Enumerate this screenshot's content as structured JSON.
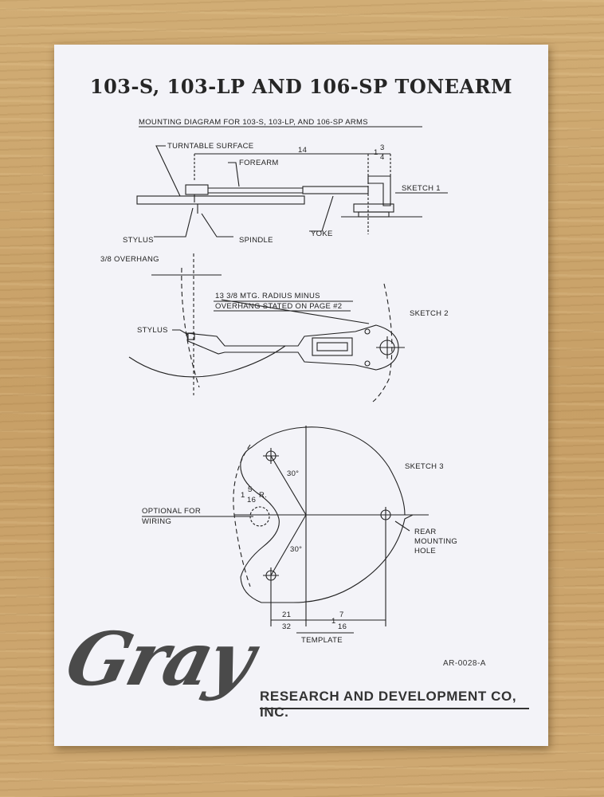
{
  "document": {
    "title": "103-S, 103-LP AND 106-SP TONEARM",
    "subtitle": "MOUNTING DIAGRAM FOR 103-S, 103-LP, AND 106-SP ARMS",
    "sketch1": {
      "label": "SKETCH 1",
      "turntable_surface": "TURNTABLE SURFACE",
      "forearm": "FOREARM",
      "stylus": "STYLUS",
      "spindle": "SPINDLE",
      "yoke": "YOKE",
      "dim_length": "14",
      "dim_small_whole": "1",
      "dim_small_num": "3",
      "dim_small_den": "4"
    },
    "sketch2": {
      "label": "SKETCH 2",
      "overhang": "3/8 OVERHANG",
      "radius_line1": "13 3/8 MTG. RADIUS MINUS",
      "radius_line2": "OVERHANG STATED ON PAGE #2",
      "stylus": "STYLUS"
    },
    "sketch3": {
      "label": "SKETCH 3",
      "angle_top": "30°",
      "angle_bottom": "30°",
      "radius_whole": "1",
      "radius_num": "5",
      "radius_den": "16",
      "radius_suffix": "R.",
      "optional_line1": "OPTIONAL FOR",
      "optional_line2": "WIRING",
      "rear_line1": "REAR",
      "rear_line2": "MOUNTING",
      "rear_line3": "HOLE",
      "dim_left_num": "21",
      "dim_left_den": "32",
      "dim_right_whole": "1",
      "dim_right_num": "7",
      "dim_right_den": "16",
      "template": "TEMPLATE"
    },
    "doc_number": "AR-0028-A",
    "logo": "Gray",
    "company": "RESEARCH AND DEVELOPMENT CO, INC."
  }
}
